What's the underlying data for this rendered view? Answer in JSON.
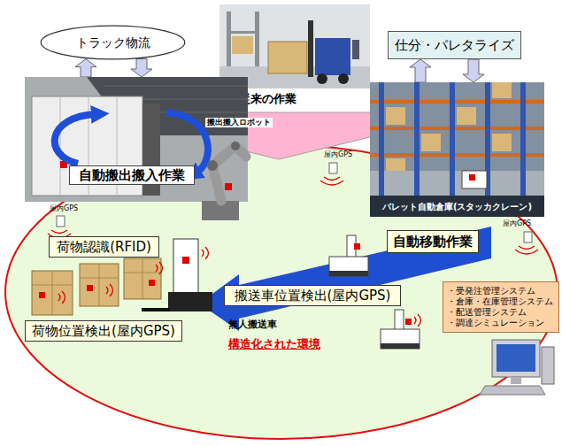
{
  "diagram": {
    "nodes": [
      {
        "text": [
          "トラック物流"
        ]
      },
      {
        "text": [
          "従来の作業"
        ]
      },
      {
        "text": [
          "仕分・パレタライズ"
        ]
      },
      {
        "text": [
          "自動搬出搬入作業"
        ]
      },
      {
        "text": [
          "パレット自動倉庫(スタッカクレーン)"
        ]
      },
      {
        "text": [
          "構造化された環境"
        ]
      },
      {
        "text": [
          "荷物認識(RFID)"
        ],
        "in": 5
      },
      {
        "text": [
          "自動移動作業"
        ],
        "in": 5
      },
      {
        "text": [
          "搬送車位置検出(屋内GPS)"
        ],
        "in": 5
      },
      {
        "text": [
          "荷物位置検出(屋内GPS)"
        ],
        "in": 5
      },
      {
        "text": [
          "・受発注管理システム",
          "・倉庫・在庫管理システム",
          "・配送管理システム",
          "・調達シミュレーション"
        ],
        "in": 5
      }
    ],
    "edges": [
      {
        "from": 3,
        "to": 0,
        "arrow": "to"
      },
      {
        "from": 0,
        "to": 3,
        "arrow": "to"
      },
      {
        "from": 4,
        "to": 2,
        "arrow": "to"
      },
      {
        "from": 2,
        "to": 4,
        "arrow": "to"
      }
    ],
    "labels": [
      "搬出搬入ロボット",
      "屋内GPS",
      "屋内GPS",
      "屋内GPS",
      "無人搬送車"
    ]
  }
}
